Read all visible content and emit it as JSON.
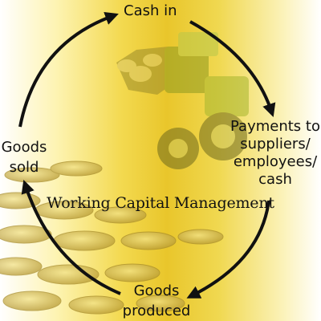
{
  "title": "Working Capital Management",
  "stages": {
    "cash_in": "Cash in",
    "payments": [
      "Payments to",
      "suppliers/",
      "employees/",
      "cash"
    ],
    "goods_produced": [
      "Goods",
      "produced"
    ],
    "goods_sold": [
      "Goods",
      "sold"
    ]
  },
  "colors": {
    "background_yellow": "#e9c62b",
    "arrow": "#111111",
    "coins": "#c9b04a"
  }
}
